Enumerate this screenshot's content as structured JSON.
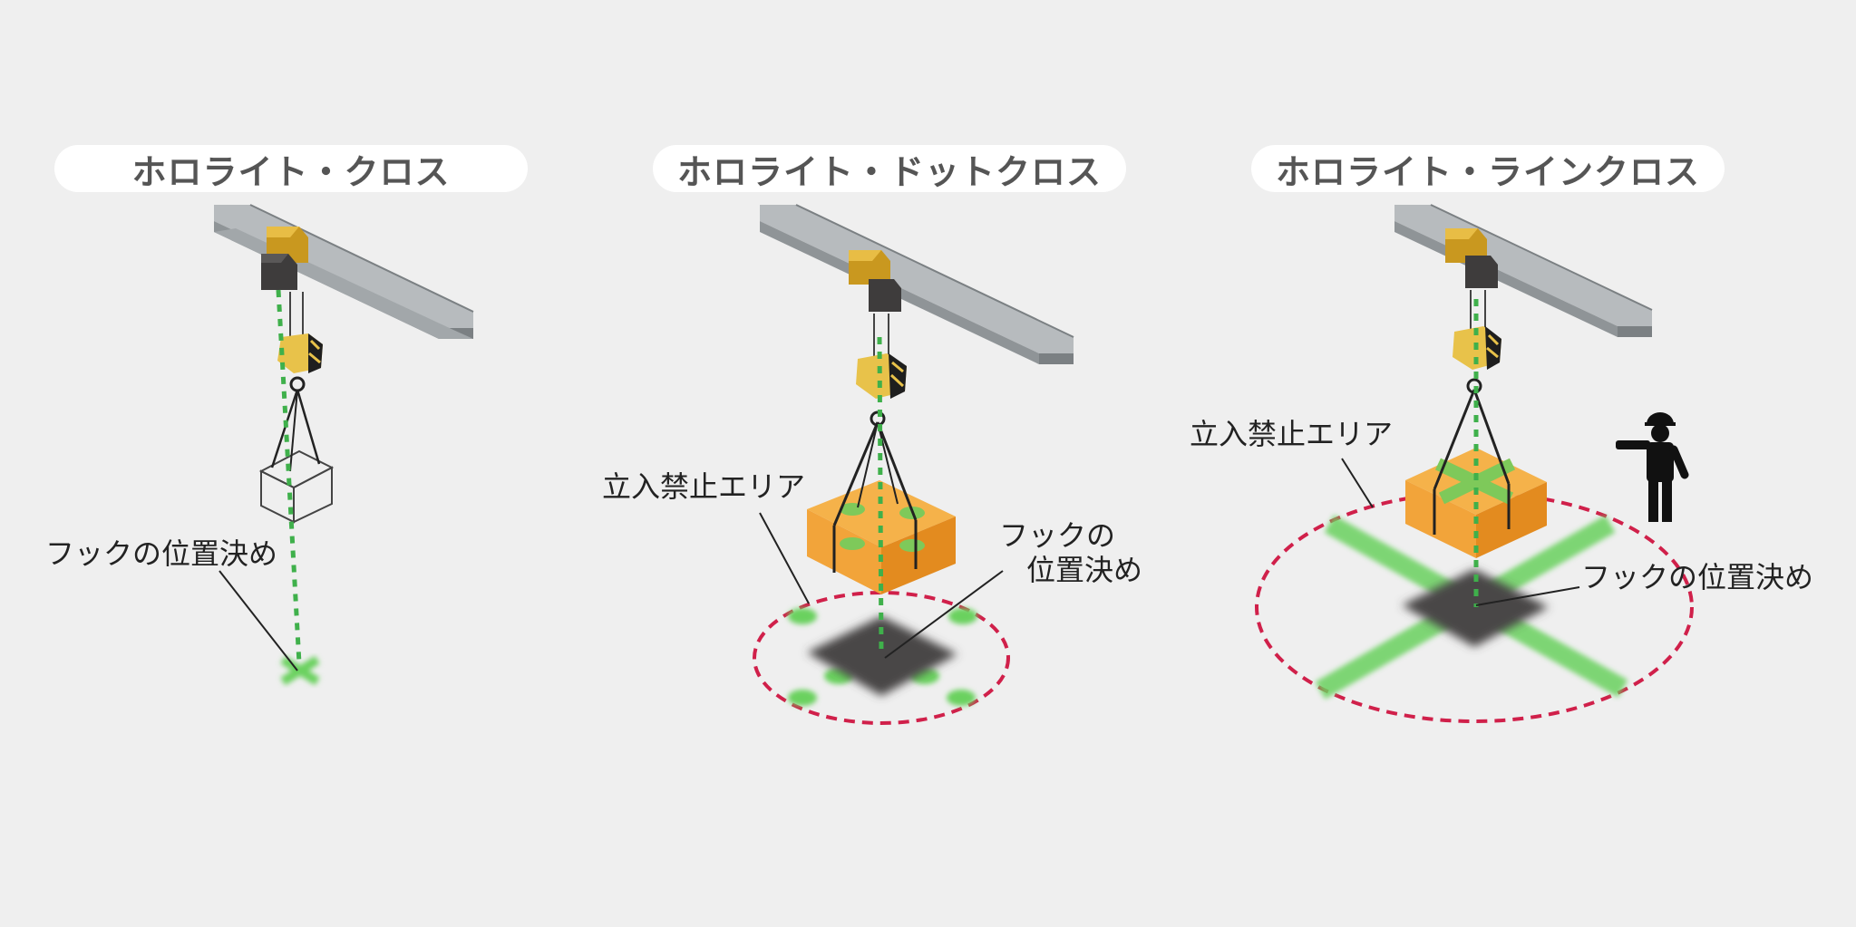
{
  "panels": [
    {
      "title": "ホロライト・クロス",
      "label_hook": "フックの位置決め"
    },
    {
      "title": "ホロライト・ドットクロス",
      "label_zone": "立入禁止エリア",
      "label_hook_line1": "フックの",
      "label_hook_line2": "位置決め"
    },
    {
      "title": "ホロライト・ラインクロス",
      "label_zone": "立入禁止エリア",
      "label_hook": "フックの位置決め"
    }
  ],
  "colors": {
    "background": "#efefef",
    "beam": "#9ea3a6",
    "trolley": "#d9a832",
    "hook_block": "#e8c24a",
    "cargo_top": "#f5b24a",
    "cargo_side": "#e38b1f",
    "laser_green": "#5cc35a",
    "exclusion_zone": "#d0204a",
    "target_pad": "#4a4747"
  },
  "icons": [
    "crane-beam-icon",
    "hoist-trolley-icon",
    "hook-block-icon",
    "cargo-box-icon",
    "worker-icon"
  ]
}
